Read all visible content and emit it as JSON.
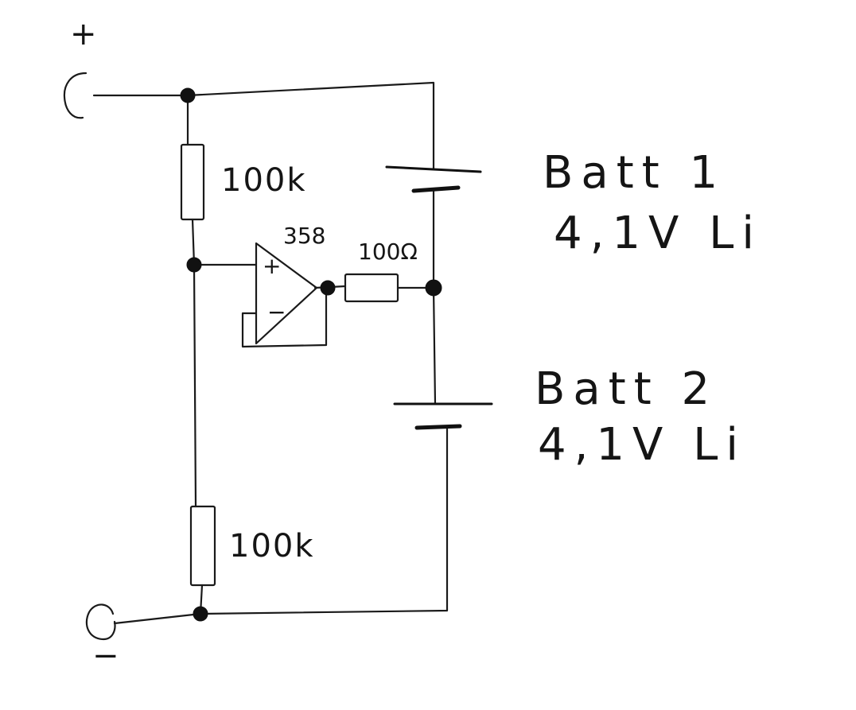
{
  "terminals": {
    "positive_sign": "+",
    "negative_sign": "−"
  },
  "resistors": {
    "top_value": "100k",
    "bottom_value": "100k",
    "output_value": "100Ω"
  },
  "opamp": {
    "part_label": "358",
    "plus_input": "+",
    "minus_input": "−"
  },
  "batteries": [
    {
      "name": "Batt 1",
      "rating": "4,1V Li"
    },
    {
      "name": "Batt 2",
      "rating": "4,1V Li"
    }
  ]
}
